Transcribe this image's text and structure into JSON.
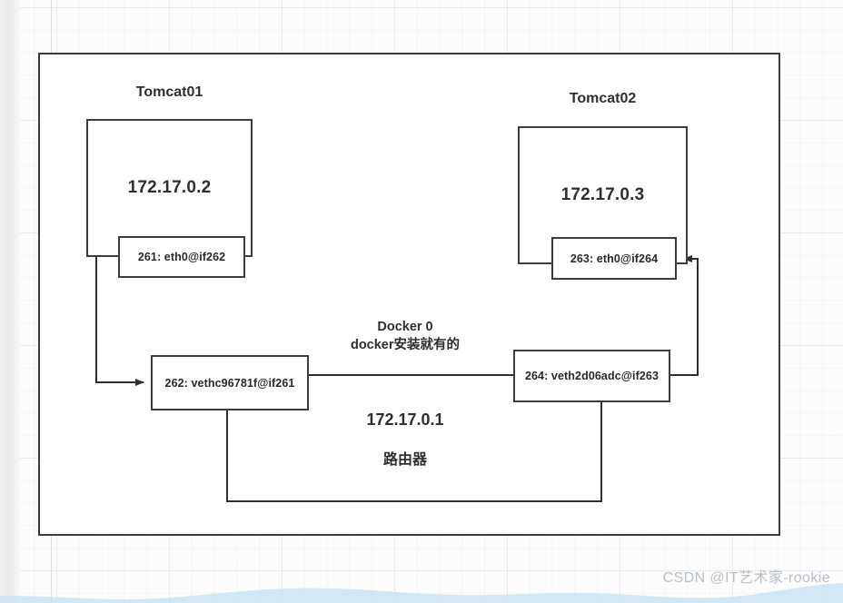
{
  "diagram": {
    "title_hidden": "Docker container networking (veth pair) diagram",
    "containers": [
      {
        "title": "Tomcat01",
        "ip": "172.17.0.2",
        "interface": "261: eth0@if262"
      },
      {
        "title": "Tomcat02",
        "ip": "172.17.0.3",
        "interface": "263: eth0@if264"
      }
    ],
    "bridge": {
      "name": "Docker 0",
      "note": "docker安装就有的",
      "ip": "172.17.0.1",
      "role": "路由器",
      "veth_left": "262: vethc96781f@if261",
      "veth_right": "264: veth2d06adc@if263"
    },
    "colors": {
      "stroke": "#3d3d3d",
      "box_fill": "#ffffff",
      "text": "#2f2f2f",
      "watermark": "#b9bfc6",
      "wave": "#bfe0f0"
    }
  },
  "watermark": {
    "text": "CSDN @IT艺术家-rookie"
  }
}
